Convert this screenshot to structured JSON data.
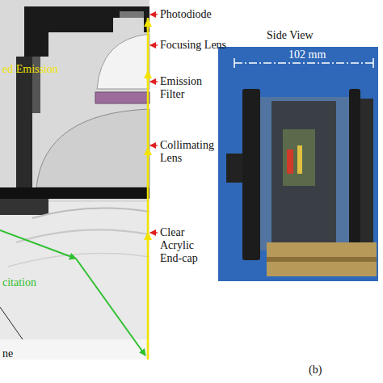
{
  "diagram": {
    "labels": [
      "ed Emission",
      "Photodiode",
      "Focusing Lens",
      "Emission Filter",
      "Collimating Lens",
      "citation",
      "Clear Acrylic End-cap",
      "ne",
      "Side View",
      "102 mm",
      "(b)"
    ]
  }
}
